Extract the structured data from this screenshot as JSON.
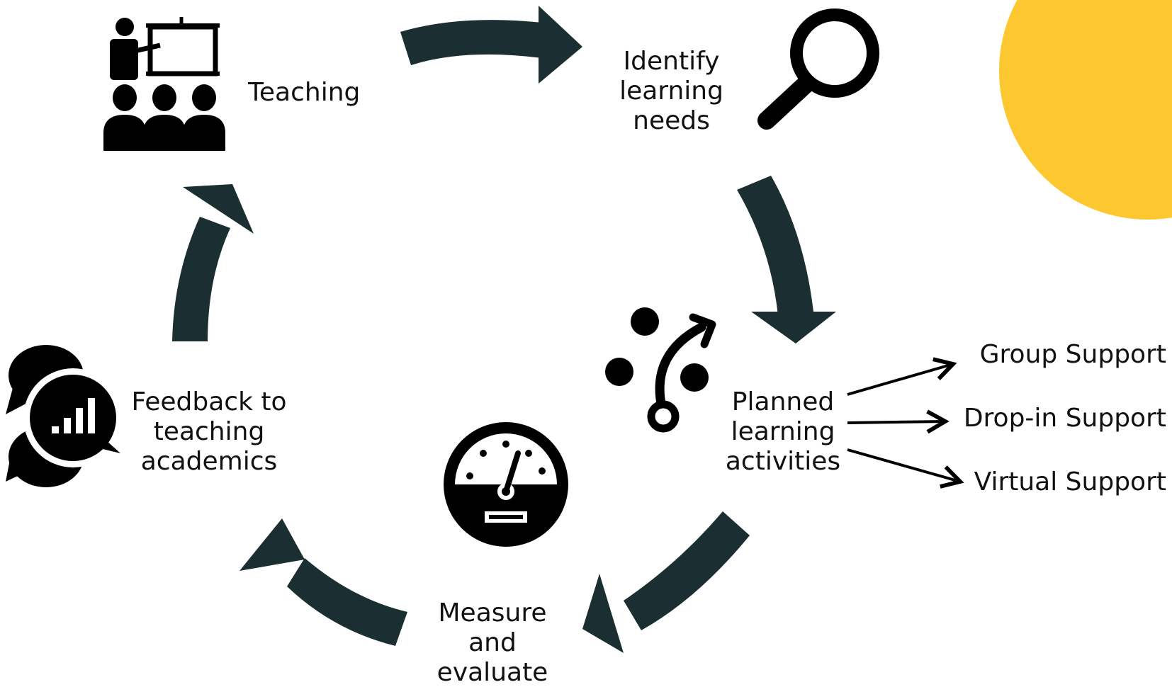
{
  "colors": {
    "arrow": "#1b2f33",
    "icon": "#000000",
    "text": "#111111",
    "accent": "#fdc82f",
    "background": "#ffffff"
  },
  "nodes": {
    "teaching": {
      "lines": [
        "Teaching"
      ],
      "icon": "teacher-presentation-icon"
    },
    "identify": {
      "lines": [
        "Identify",
        "learning",
        "needs"
      ],
      "icon": "magnifying-glass-icon"
    },
    "planned": {
      "lines": [
        "Planned",
        "learning",
        "activities"
      ],
      "icon": "pathway-arrow-icon"
    },
    "measure": {
      "lines": [
        "Measure",
        "and",
        "evaluate"
      ],
      "icon": "gauge-meter-icon"
    },
    "feedback": {
      "lines": [
        "Feedback to",
        "teaching",
        "academics"
      ],
      "icon": "feedback-chat-chart-icon"
    }
  },
  "support_options": [
    "Group Support",
    "Drop-in Support",
    "Virtual Support"
  ]
}
